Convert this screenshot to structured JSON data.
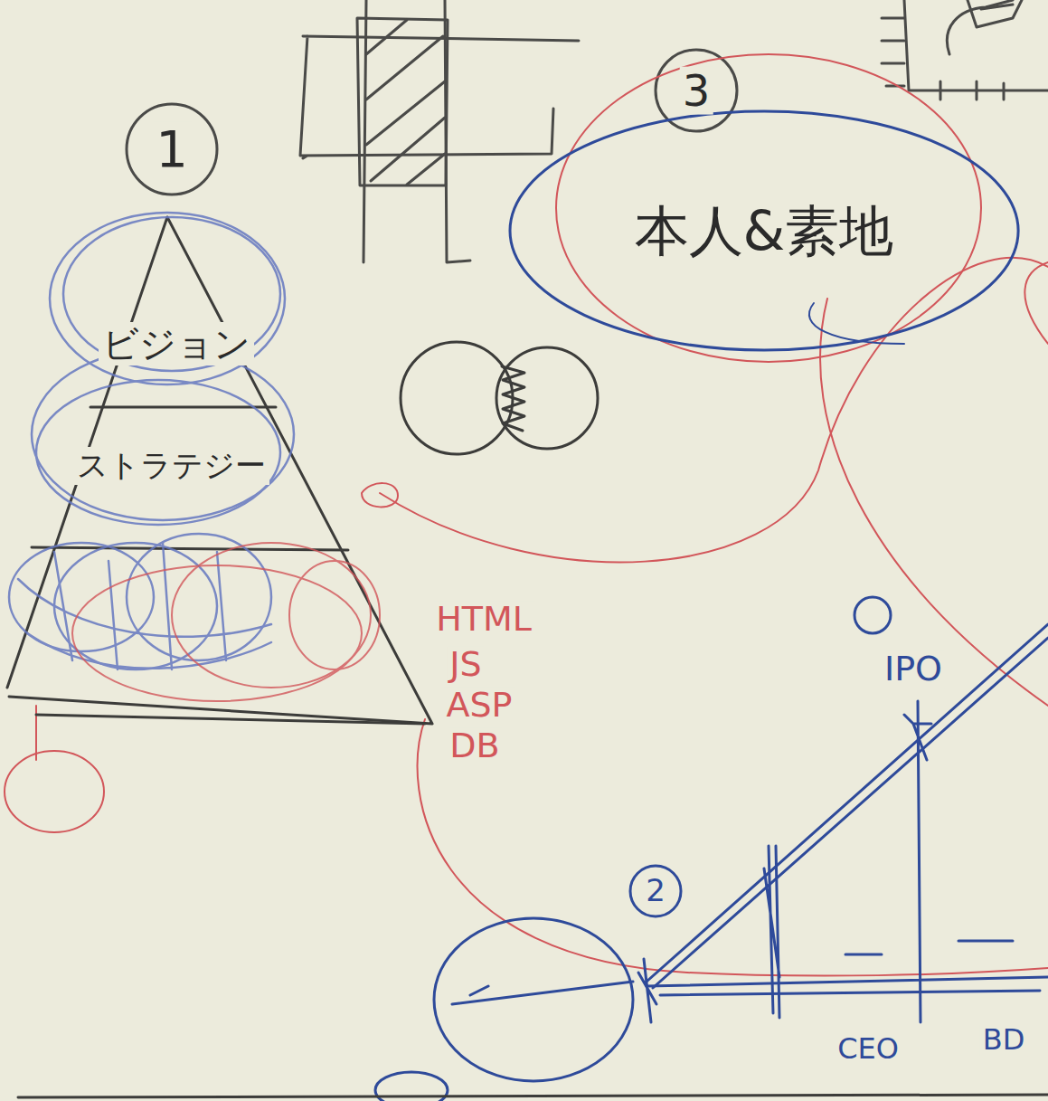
{
  "diagram": {
    "nodes": [
      {
        "text": [
          "ビジョン"
        ]
      },
      {
        "text": [
          "ストラテジー"
        ]
      },
      {
        "text": [
          "本人&素地"
        ]
      }
    ],
    "labels": [
      "1",
      "3",
      "2",
      "HTML",
      "JS",
      "ASP",
      "DB",
      "IPO",
      "CEO",
      "BD"
    ]
  }
}
